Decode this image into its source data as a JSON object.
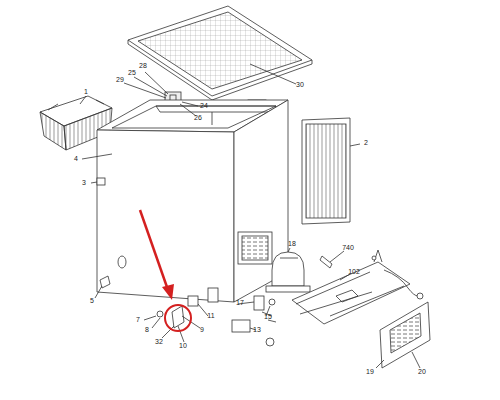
{
  "diagram": {
    "labels": [
      "30",
      "1",
      "28",
      "25",
      "29",
      "24",
      "26",
      "4",
      "2",
      "3",
      "18",
      "740",
      "102",
      "5",
      "7",
      "8",
      "11",
      "9",
      "32",
      "10",
      "17",
      "15",
      "13",
      "19",
      "20"
    ]
  }
}
